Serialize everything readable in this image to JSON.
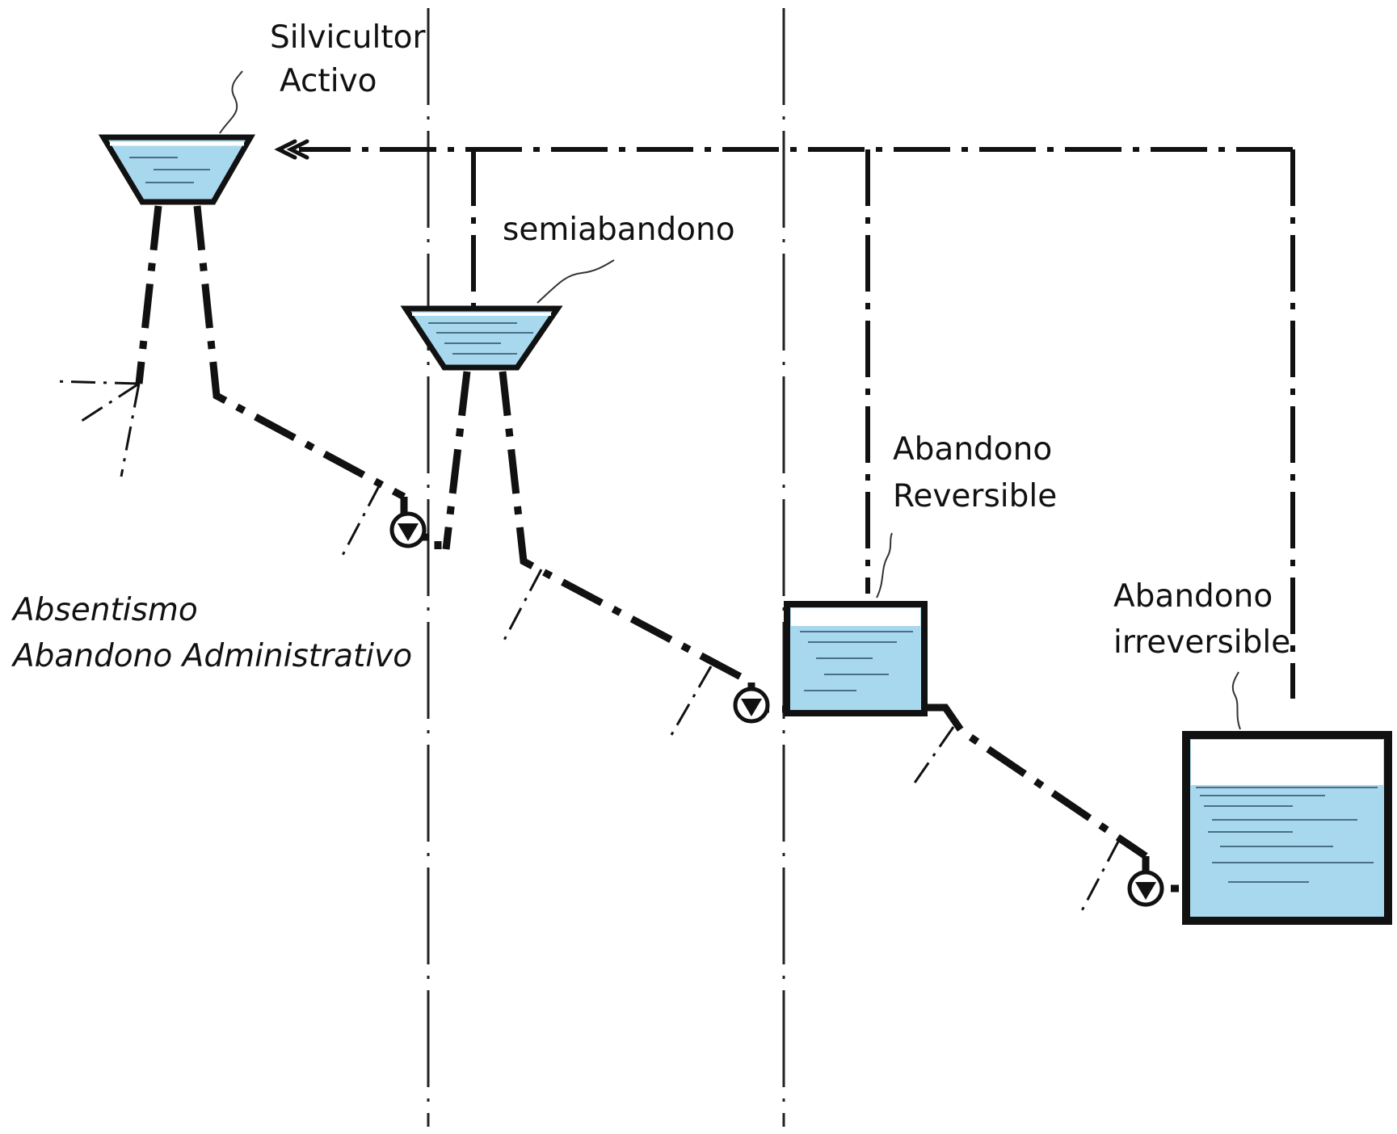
{
  "labels": {
    "silvicultor_line1": "Silvicultor",
    "silvicultor_line2": "Activo",
    "semiabandono": "semiabandono",
    "abandono_reversible_line1": "Abandono",
    "abandono_reversible_line2": "Reversible",
    "abandono_irreversible_line1": "Abandono",
    "abandono_irreversible_line2": "irreversible",
    "absentismo_line1": "Absentismo",
    "absentismo_line2": "Abandono  Administrativo"
  },
  "colors": {
    "water": "#a8d8ee",
    "ink": "#111111",
    "background": "#ffffff"
  },
  "icons": [
    "pump-valve-icon",
    "return-arrow-icon"
  ]
}
